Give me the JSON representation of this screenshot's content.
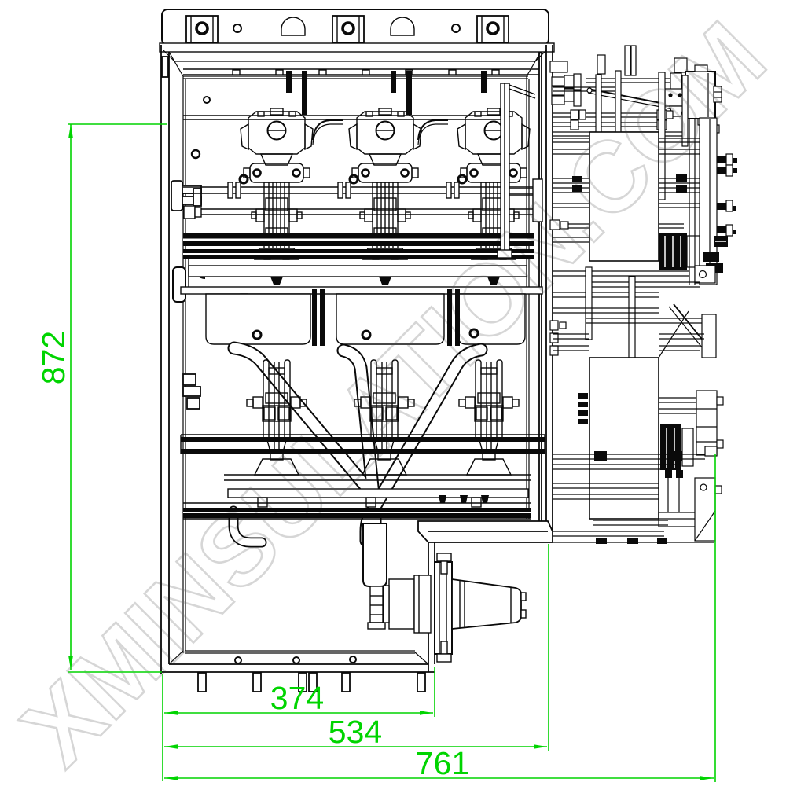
{
  "drawing": {
    "watermark": {
      "text": "XMINSULATION.COM"
    },
    "dimensions": {
      "height": {
        "value": "872"
      },
      "width_inner": {
        "value": "374"
      },
      "width_mid": {
        "value": "534"
      },
      "width_overall": {
        "value": "761"
      }
    },
    "colors": {
      "dimension_green": "#00d400",
      "line_black": "#0a0a0a",
      "watermark_gray": "#d6d6d6",
      "background": "#ffffff"
    }
  }
}
